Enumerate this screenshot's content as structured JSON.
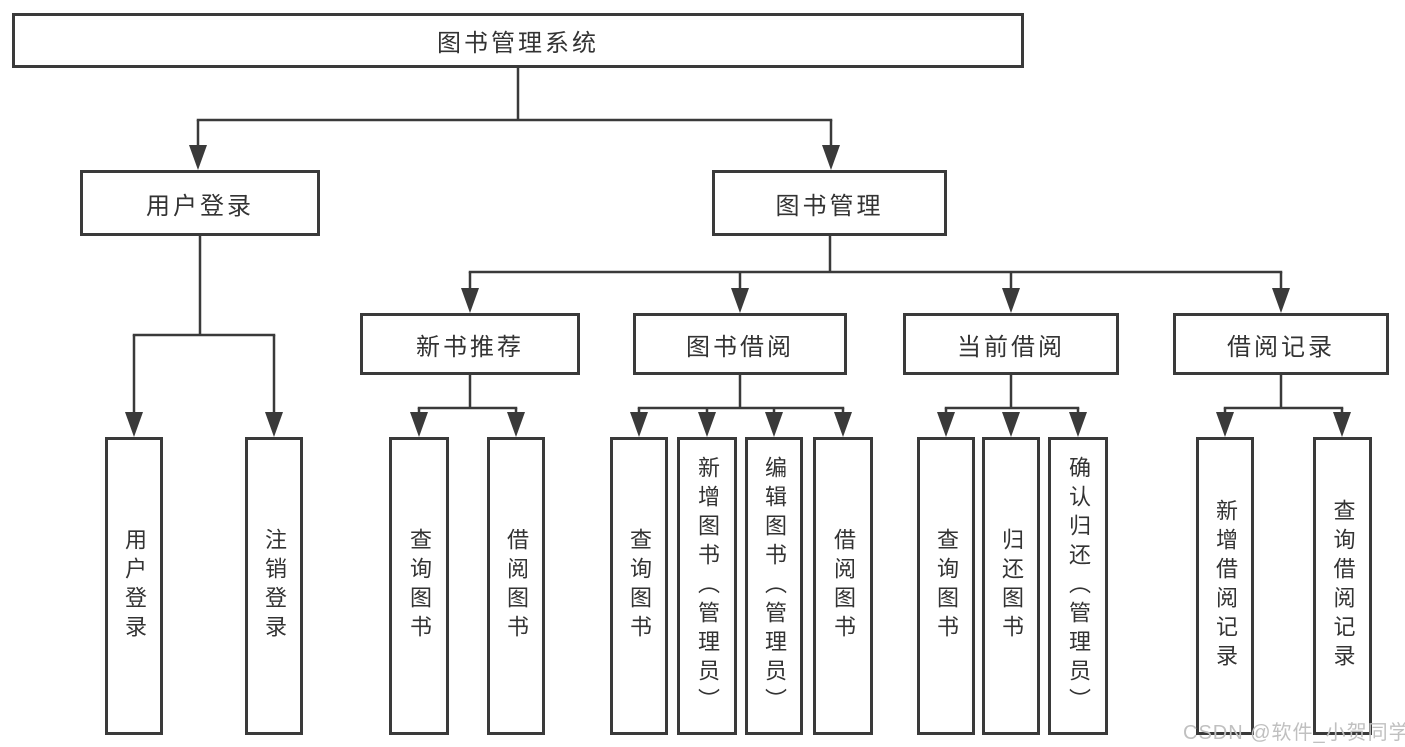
{
  "watermark": "CSDN @软件_小贺同学",
  "colors": {
    "line": "#3a3a3a",
    "text": "#333333",
    "watermark": "#c0c0c0",
    "background": "#ffffff",
    "box_bg": "#ffffff"
  },
  "tree": {
    "root": {
      "label": "图书管理系统"
    },
    "branches": [
      {
        "label": "用户登录",
        "children": [
          {
            "label": "用户登录"
          },
          {
            "label": "注销登录"
          }
        ]
      },
      {
        "label": "图书管理",
        "groups": [
          {
            "label": "新书推荐",
            "children": [
              {
                "label": "查询图书"
              },
              {
                "label": "借阅图书"
              }
            ]
          },
          {
            "label": "图书借阅",
            "children": [
              {
                "label": "查询图书"
              },
              {
                "label": "新增图书（管理员）"
              },
              {
                "label": "编辑图书（管理员）"
              },
              {
                "label": "借阅图书"
              }
            ]
          },
          {
            "label": "当前借阅",
            "children": [
              {
                "label": "查询图书"
              },
              {
                "label": "归还图书"
              },
              {
                "label": "确认归还（管理员）"
              }
            ]
          },
          {
            "label": "借阅记录",
            "children": [
              {
                "label": "新增借阅记录"
              },
              {
                "label": "查询借阅记录"
              }
            ]
          }
        ]
      }
    ]
  }
}
